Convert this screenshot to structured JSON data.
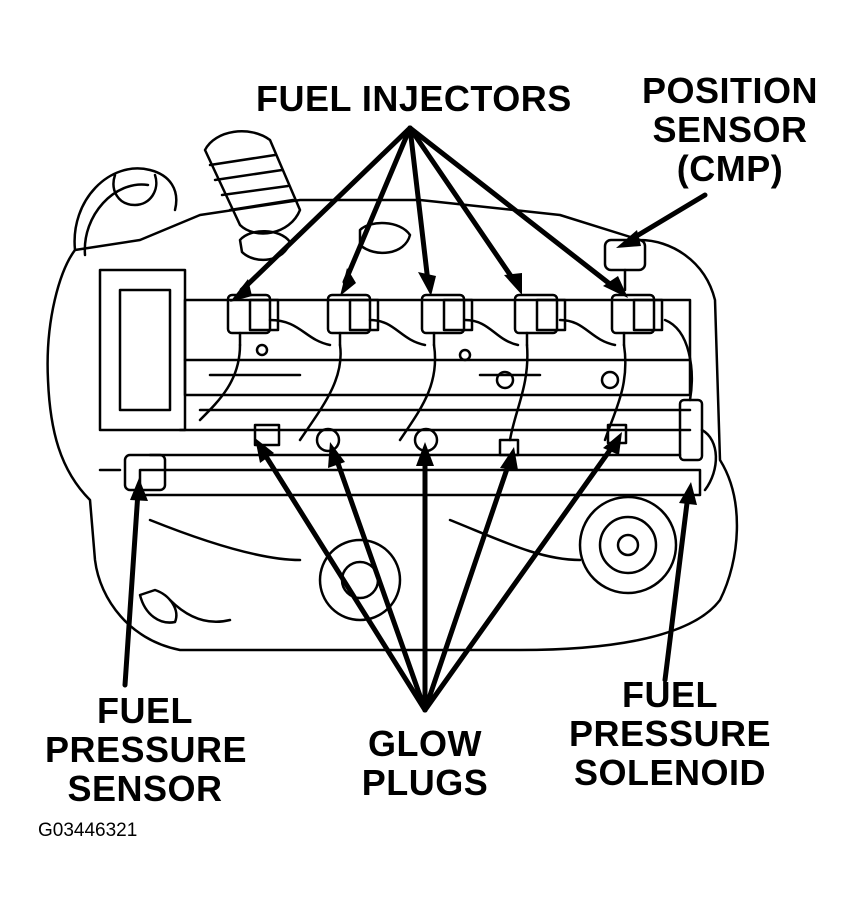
{
  "labels": {
    "fuel_injectors": "FUEL INJECTORS",
    "position_sensor": [
      "POSITION",
      "SENSOR",
      "(CMP)"
    ],
    "fuel_pressure_sensor": [
      "FUEL",
      "PRESSURE",
      "SENSOR"
    ],
    "glow_plugs": [
      "GLOW",
      "PLUGS"
    ],
    "fuel_pressure_solenoid": [
      "FUEL",
      "PRESSURE",
      "SOLENOID"
    ]
  },
  "figure_id": "G03446321",
  "colors": {
    "ink": "#000000",
    "background": "#ffffff"
  }
}
